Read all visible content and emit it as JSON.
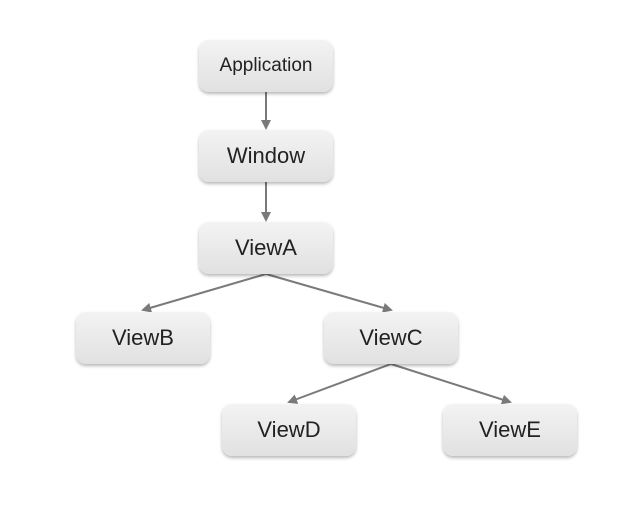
{
  "diagram": {
    "nodes": [
      {
        "id": "application",
        "label": "Application"
      },
      {
        "id": "window",
        "label": "Window"
      },
      {
        "id": "viewa",
        "label": "ViewA"
      },
      {
        "id": "viewb",
        "label": "ViewB"
      },
      {
        "id": "viewc",
        "label": "ViewC"
      },
      {
        "id": "viewd",
        "label": "ViewD"
      },
      {
        "id": "viewe",
        "label": "ViewE"
      }
    ],
    "edges": [
      {
        "from": "application",
        "to": "window"
      },
      {
        "from": "window",
        "to": "viewa"
      },
      {
        "from": "viewa",
        "to": "viewb"
      },
      {
        "from": "viewa",
        "to": "viewc"
      },
      {
        "from": "viewc",
        "to": "viewd"
      },
      {
        "from": "viewc",
        "to": "viewe"
      }
    ],
    "colors": {
      "edge": "#7a7a7a",
      "node_fill": "#ebebeb",
      "text": "#222222"
    }
  }
}
